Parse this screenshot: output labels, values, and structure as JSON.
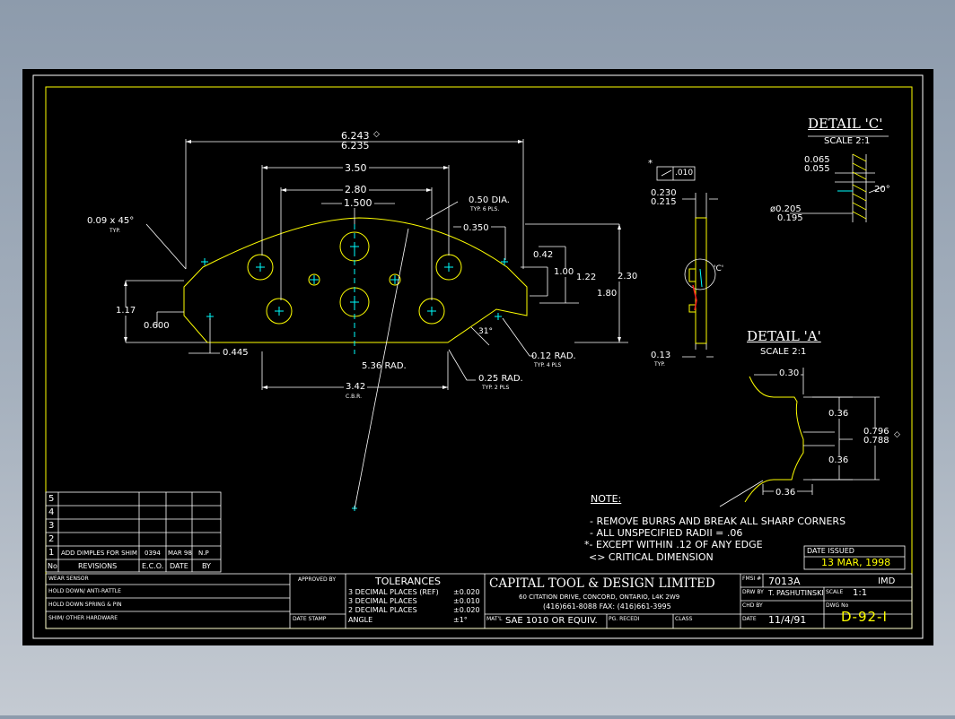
{
  "drawing": {
    "overall": {
      "upper": "6.243",
      "lower": "6.235"
    },
    "dim_350": "3.50",
    "dim_280": "2.80",
    "dim_1500": "1.500",
    "hole_label": "0.50 DIA.",
    "hole_note": "TYP. 6 PLS.",
    "dim_0350": "0.350",
    "chamfer_label": "0.09 x 45°",
    "chamfer_note": "TYP.",
    "dim_042": "0.42",
    "dim_100": "1.00",
    "dim_122": "1.22",
    "dim_180": "1.80",
    "dim_230": "2.30",
    "dim_117": "1.17",
    "dim_0600": "0.600",
    "dim_0445": "0.445",
    "angle_31": "31°",
    "radius_012": "0.12 RAD.",
    "radius_012_note": "TYP. 4 PLS",
    "radius_536": "5.36 RAD.",
    "radius_025": "0.25 RAD.",
    "radius_025_note": "TYP. 2 PLS",
    "dim_342": "3.42",
    "dim_342_note": "C.B.R.",
    "flatness_star": "*",
    "flatness_value": ".010",
    "thick_upper": "0.230",
    "thick_lower": "0.215",
    "side_callout": "'C'",
    "dim_013": "0.13",
    "dim_013_note": "TYP."
  },
  "detail_c": {
    "title": "DETAIL 'C'",
    "scale": "SCALE 2:1",
    "d1_upper": "0.065",
    "d1_lower": "0.055",
    "angle": "20°",
    "d2_upper": "ø0.205",
    "d2_lower": "0.195"
  },
  "detail_a": {
    "title": "DETAIL 'A'",
    "scale": "SCALE 2:1",
    "d_030": "0.30",
    "d_036_a": "0.36",
    "d_036_b": "0.36",
    "d_036_c": "0.36",
    "d_upper": "0.796",
    "d_lower": "0.788"
  },
  "notes": {
    "heading": "NOTE:",
    "lines": [
      "-  REMOVE BURRS AND BREAK ALL SHARP CORNERS",
      "-  ALL UNSPECIFIED RADII = .06",
      "*-  EXCEPT WITHIN .12 OF ANY EDGE",
      "<>  CRITICAL DIMENSION"
    ]
  },
  "date_issued": {
    "label": "DATE ISSUED",
    "value": "13 MAR, 1998"
  },
  "revisions": {
    "rows": [
      {
        "no": "5",
        "text": "",
        "eco": "",
        "date": "",
        "by": ""
      },
      {
        "no": "4",
        "text": "",
        "eco": "",
        "date": "",
        "by": ""
      },
      {
        "no": "3",
        "text": "",
        "eco": "",
        "date": "",
        "by": ""
      },
      {
        "no": "2",
        "text": "",
        "eco": "",
        "date": "",
        "by": ""
      },
      {
        "no": "1",
        "text": "ADD DIMPLES FOR SHIM",
        "eco": "0394",
        "date": "MAR 98",
        "by": "N.P"
      }
    ],
    "headers": {
      "no": "No",
      "text": "REVISIONS",
      "eco": "E.C.O.",
      "date": "DATE",
      "by": "BY"
    }
  },
  "title_block": {
    "left_rows": [
      "WEAR SENSOR",
      "HOLD DOWN/ ANTI-RATTLE",
      "HOLD DOWN SPRING & PIN",
      "SHIM/ OTHER HARDWARE"
    ],
    "approved_by": "APPROVED BY",
    "date_stamp": "DATE STAMP",
    "tolerances": {
      "title": "TOLERANCES",
      "rows": [
        {
          "label": "3 DECIMAL PLACES (REF)",
          "value": "±0.020"
        },
        {
          "label": "3 DECIMAL PLACES",
          "value": "±0.010"
        },
        {
          "label": "2 DECIMAL PLACES",
          "value": "±0.020"
        },
        {
          "label": "ANGLE",
          "value": "±1°"
        }
      ]
    },
    "company": "CAPITAL TOOL & DESIGN LIMITED",
    "address": "60 CITATION DRIVE, CONCORD, ONTARIO, L4K 2W9",
    "phone": "(416)661-8088   FAX: (416)661-3995",
    "matl_label": "MAT'L",
    "matl_value": "SAE 1010 OR EQUIV.",
    "part_no_label": "PG. RECEDI",
    "class_label": "CLASS",
    "fmsi_label": "FMSI #",
    "fmsi_value": "7013A",
    "imd": "IMD",
    "drawn_label": "DRW BY",
    "drawn_value": "T. PASHUTINSKI",
    "scale_label": "SCALE",
    "scale_value": "1:1",
    "chkd_label": "CHD BY",
    "dwg_label": "DWG No",
    "date_label": "DATE",
    "date_value": "11/4/91",
    "dwg_value": "D-92-I"
  },
  "colors": {
    "paper": "#000000",
    "border": "#ffff00",
    "text": "#ffffff",
    "center": "#00ffff",
    "accent_red": "#ff2020"
  }
}
